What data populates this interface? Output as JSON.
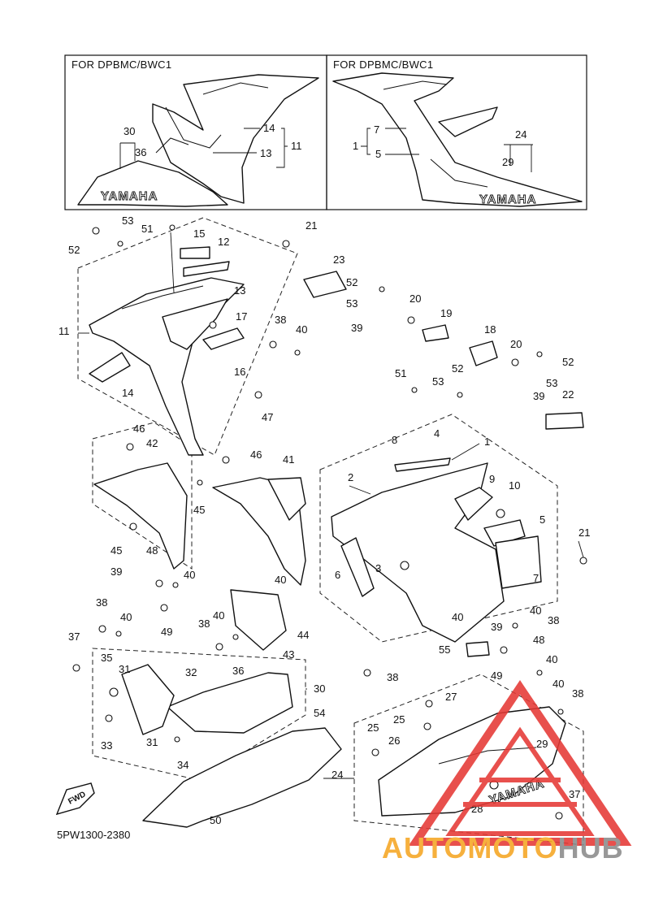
{
  "inset_left": {
    "header": "FOR DPBMC/BWC1",
    "brand_text": "YAMAHA",
    "callouts": [
      "30",
      "36",
      "14",
      "13",
      "11"
    ]
  },
  "inset_right": {
    "header": "FOR DPBMC/BWC1",
    "brand_text": "YAMAHA",
    "callouts": [
      "7",
      "5",
      "1",
      "24",
      "29"
    ]
  },
  "main": {
    "brand_text_lower": "YAMAHA",
    "callouts": [
      "51",
      "53",
      "52",
      "15",
      "12",
      "13",
      "21",
      "23",
      "52",
      "53",
      "20",
      "19",
      "39",
      "17",
      "38",
      "40",
      "11",
      "16",
      "14",
      "47",
      "18",
      "20",
      "52",
      "53",
      "39",
      "51",
      "53",
      "52",
      "22",
      "1",
      "4",
      "8",
      "2",
      "46",
      "42",
      "46",
      "41",
      "9",
      "10",
      "5",
      "45",
      "45",
      "21",
      "48",
      "39",
      "40",
      "3",
      "6",
      "7",
      "49",
      "38",
      "40",
      "40",
      "40",
      "38",
      "37",
      "40",
      "44",
      "43",
      "40",
      "38",
      "39",
      "38",
      "35",
      "31",
      "32",
      "36",
      "30",
      "55",
      "48",
      "40",
      "49",
      "40",
      "38",
      "27",
      "33",
      "31",
      "54",
      "25",
      "25",
      "26",
      "29",
      "24",
      "34",
      "28",
      "37",
      "50"
    ]
  },
  "fwd_label": "FWD",
  "diagram_code": "5PW1300-2380",
  "watermark": {
    "text_part1": "AUTOMOTO",
    "text_part2": "HUB",
    "color1": "#f5a623",
    "color2": "#8a8a8a",
    "triangle_color": "#e53935"
  }
}
